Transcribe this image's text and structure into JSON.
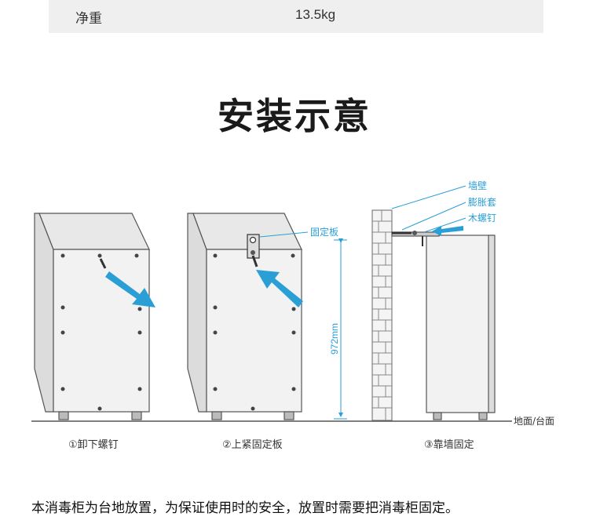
{
  "spec": {
    "label": "净重",
    "value": "13.5kg"
  },
  "title": "安装示意",
  "labels": {
    "fixing_plate": "固定板",
    "height": "972mm",
    "wall": "墙壁",
    "expansion_sleeve": "膨胀套",
    "wood_screw": "木螺钉",
    "ground": "地面/台面"
  },
  "steps": [
    {
      "caption": "①卸下螺钉"
    },
    {
      "caption": "②上紧固定板"
    },
    {
      "caption": "③靠墙固定"
    }
  ],
  "note": "本消毒柜为台地放置，为保证使用时的安全，放置时需要把消毒柜固定。",
  "colors": {
    "accent": "#2a9fd6",
    "cabinet_line": "#555555",
    "cabinet_fill": "#f2f2f2"
  }
}
